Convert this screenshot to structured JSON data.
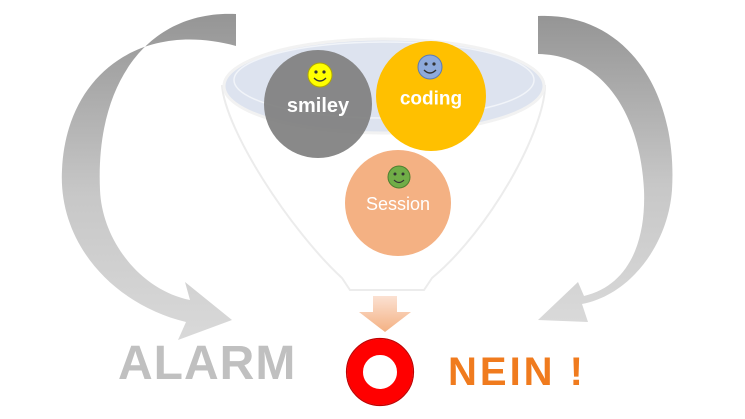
{
  "labels": {
    "alarm": "ALARM",
    "nein": "NEIN !"
  },
  "bubbles": {
    "smiley": "smiley",
    "coding": "coding",
    "session": "Session"
  },
  "colors": {
    "smiley_bubble": "#7f7f7f",
    "coding_bubble": "#ffc000",
    "session_bubble": "#f4b183",
    "alarm_text": "#c0c0c0",
    "nein_text": "#f07b1e",
    "ring": "#ff0000",
    "arrows": "#bfbfbf",
    "funnel_arrow": "#f8cbad"
  },
  "icons": {
    "smiley_face": "smiley-face-icon",
    "coding_face": "smiley-face-icon",
    "session_face": "smiley-face-icon"
  }
}
